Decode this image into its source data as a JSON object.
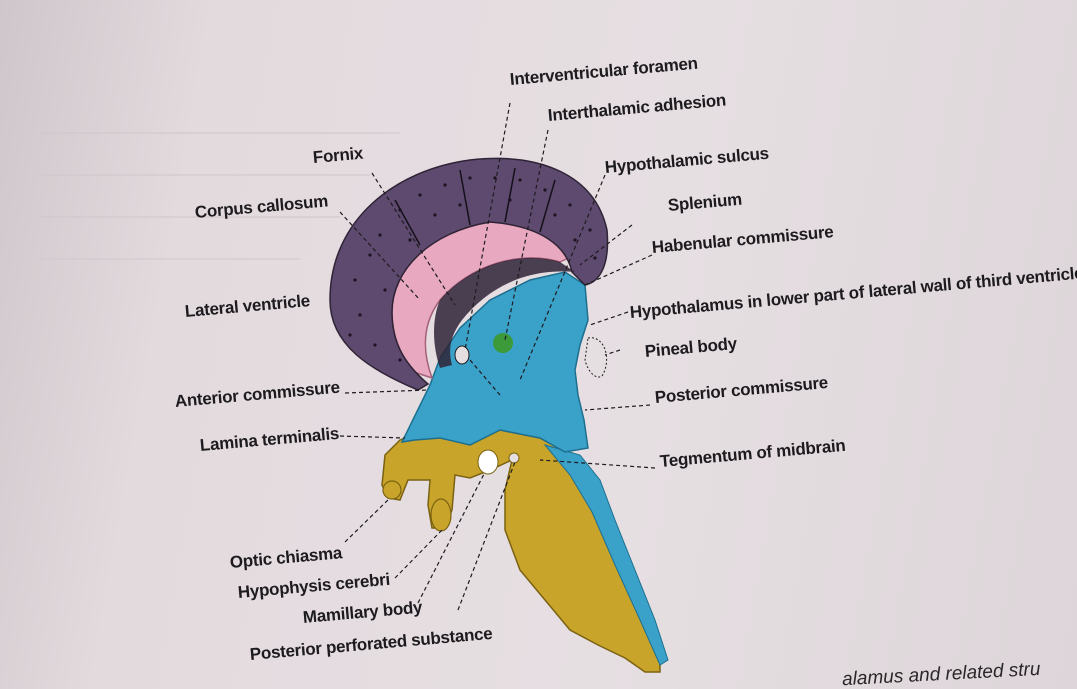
{
  "diagram": {
    "labels": {
      "interventricular_foramen": "Interventricular foramen",
      "interthalamic_adhesion": "Interthalamic adhesion",
      "fornix": "Fornix",
      "hypothalamic_sulcus": "Hypothalamic sulcus",
      "corpus_callosum": "Corpus callosum",
      "splenium": "Splenium",
      "habenular_commissure": "Habenular commissure",
      "lateral_ventricle": "Lateral ventricle",
      "hypothalamus": "Hypothalamus in lower part of lateral wall of third ventricle",
      "pineal_body": "Pineal body",
      "anterior_commissure": "Anterior commissure",
      "posterior_commissure": "Posterior commissure",
      "lamina_terminalis": "Lamina terminalis",
      "tegmentum": "Tegmentum of midbrain",
      "optic_chiasma": "Optic chiasma",
      "hypophysis_cerebri": "Hypophysis cerebri",
      "mamillary_body": "Mamillary body",
      "posterior_perforated_substance": "Posterior perforated substance"
    },
    "caption": "alamus and related stru",
    "colors": {
      "corpus_callosum": "#5e4a6e",
      "lateral_ventricle": "#e8a9c0",
      "third_ventricle": "#3aa1c9",
      "midbrain": "#c9a42a",
      "adhesion": "#3c9a3a"
    }
  }
}
